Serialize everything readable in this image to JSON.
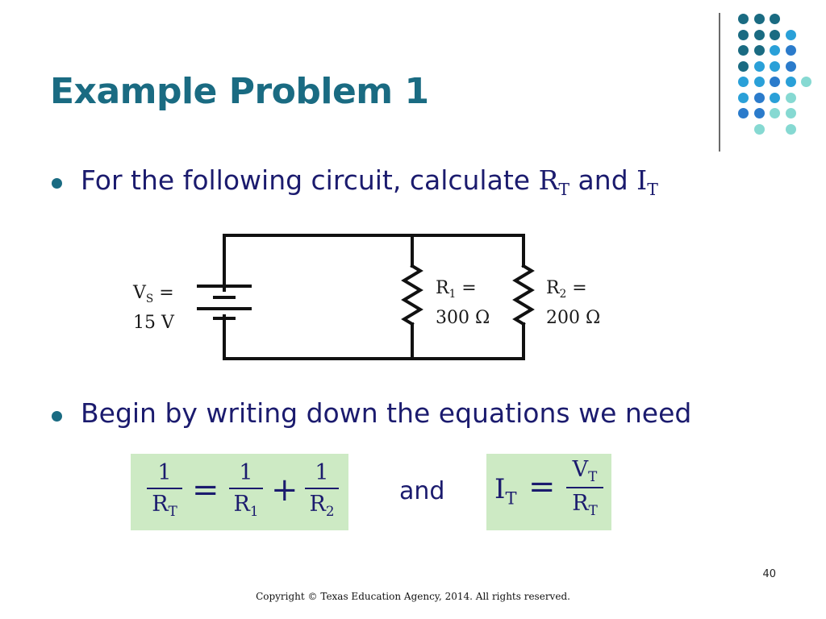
{
  "slide": {
    "title": "Example Problem 1",
    "bullet1": {
      "prefix": "For the following circuit, calculate ",
      "var1": "R",
      "var1_sub": "T",
      "middle": " and ",
      "var2": "I",
      "var2_sub": "T"
    },
    "bullet2": "Begin by writing down the equations we need",
    "and_text": "and",
    "page_number": "40",
    "copyright": "Copyright © Texas Education Agency, 2014. All rights reserved."
  },
  "circuit": {
    "source": {
      "symbol": "V",
      "sub": "S",
      "eq": " =",
      "value": "15 V"
    },
    "r1": {
      "symbol": "R",
      "sub": "1",
      "eq": " =",
      "value": "300 Ω"
    },
    "r2": {
      "symbol": "R",
      "sub": "2",
      "eq": " =",
      "value": "200 Ω"
    }
  },
  "equation1": {
    "lhs": {
      "num": "1",
      "den": "R",
      "den_sub": "T"
    },
    "equals": "=",
    "term1": {
      "num": "1",
      "den": "R",
      "den_sub": "1"
    },
    "plus": "+",
    "term2": {
      "num": "1",
      "den": "R",
      "den_sub": "2"
    }
  },
  "equation2": {
    "lhs": "I",
    "lhs_sub": "T",
    "equals": "=",
    "num": "V",
    "num_sub": "T",
    "den": "R",
    "den_sub": "T"
  },
  "colors": {
    "title": "#1a6b82",
    "text": "#1b1b6e",
    "equation_bg": "#cdeac4",
    "dot_dark_teal": "#1a6b82",
    "dot_sky_blue": "#2aa0d8",
    "dot_blue": "#2b7bcb",
    "dot_aqua": "#86d9d2"
  }
}
